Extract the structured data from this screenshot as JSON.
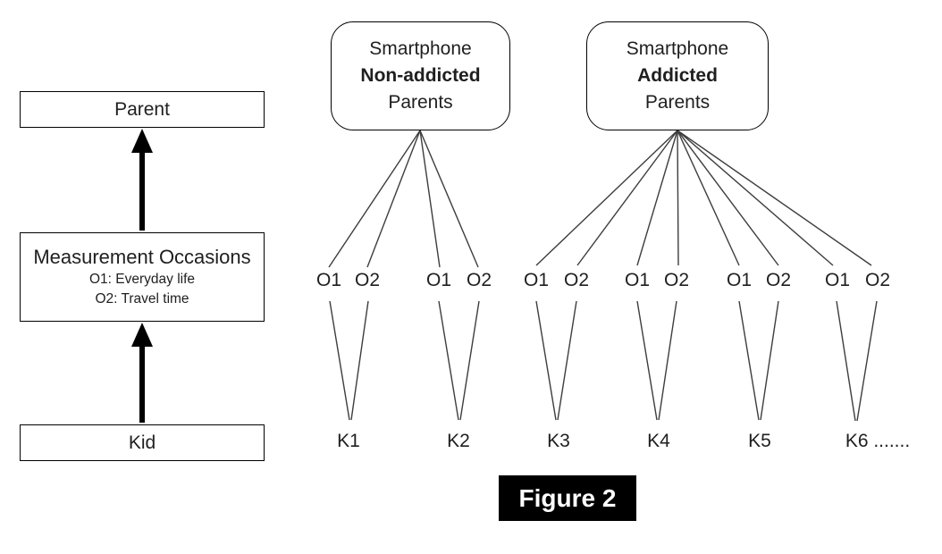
{
  "figure": {
    "caption": "Figure 2"
  },
  "left_panel": {
    "parent_box": {
      "label": "Parent"
    },
    "measurement_box": {
      "title": "Measurement Occasions",
      "items": [
        "O1: Everyday life",
        "O2: Travel time"
      ]
    },
    "kid_box": {
      "label": "Kid"
    }
  },
  "right_panel": {
    "non_addicted_box": {
      "line1": "Smartphone",
      "line2": "Non-addicted",
      "line3": "Parents"
    },
    "addicted_box": {
      "line1": "Smartphone",
      "line2": "Addicted",
      "line3": "Parents"
    },
    "occasions": [
      "O1",
      "O2",
      "O1",
      "O2",
      "O1",
      "O2",
      "O1",
      "O2",
      "O1",
      "O2",
      "O1",
      "O2"
    ],
    "kids": [
      "K1",
      "K2",
      "K3",
      "K4",
      "K5",
      "K6 ......."
    ]
  },
  "colors": {
    "background": "#ffffff",
    "line": "#3d3d3d",
    "border": "#000000",
    "text": "#1f1f1f",
    "caption_bg": "#000000",
    "caption_fg": "#ffffff"
  }
}
